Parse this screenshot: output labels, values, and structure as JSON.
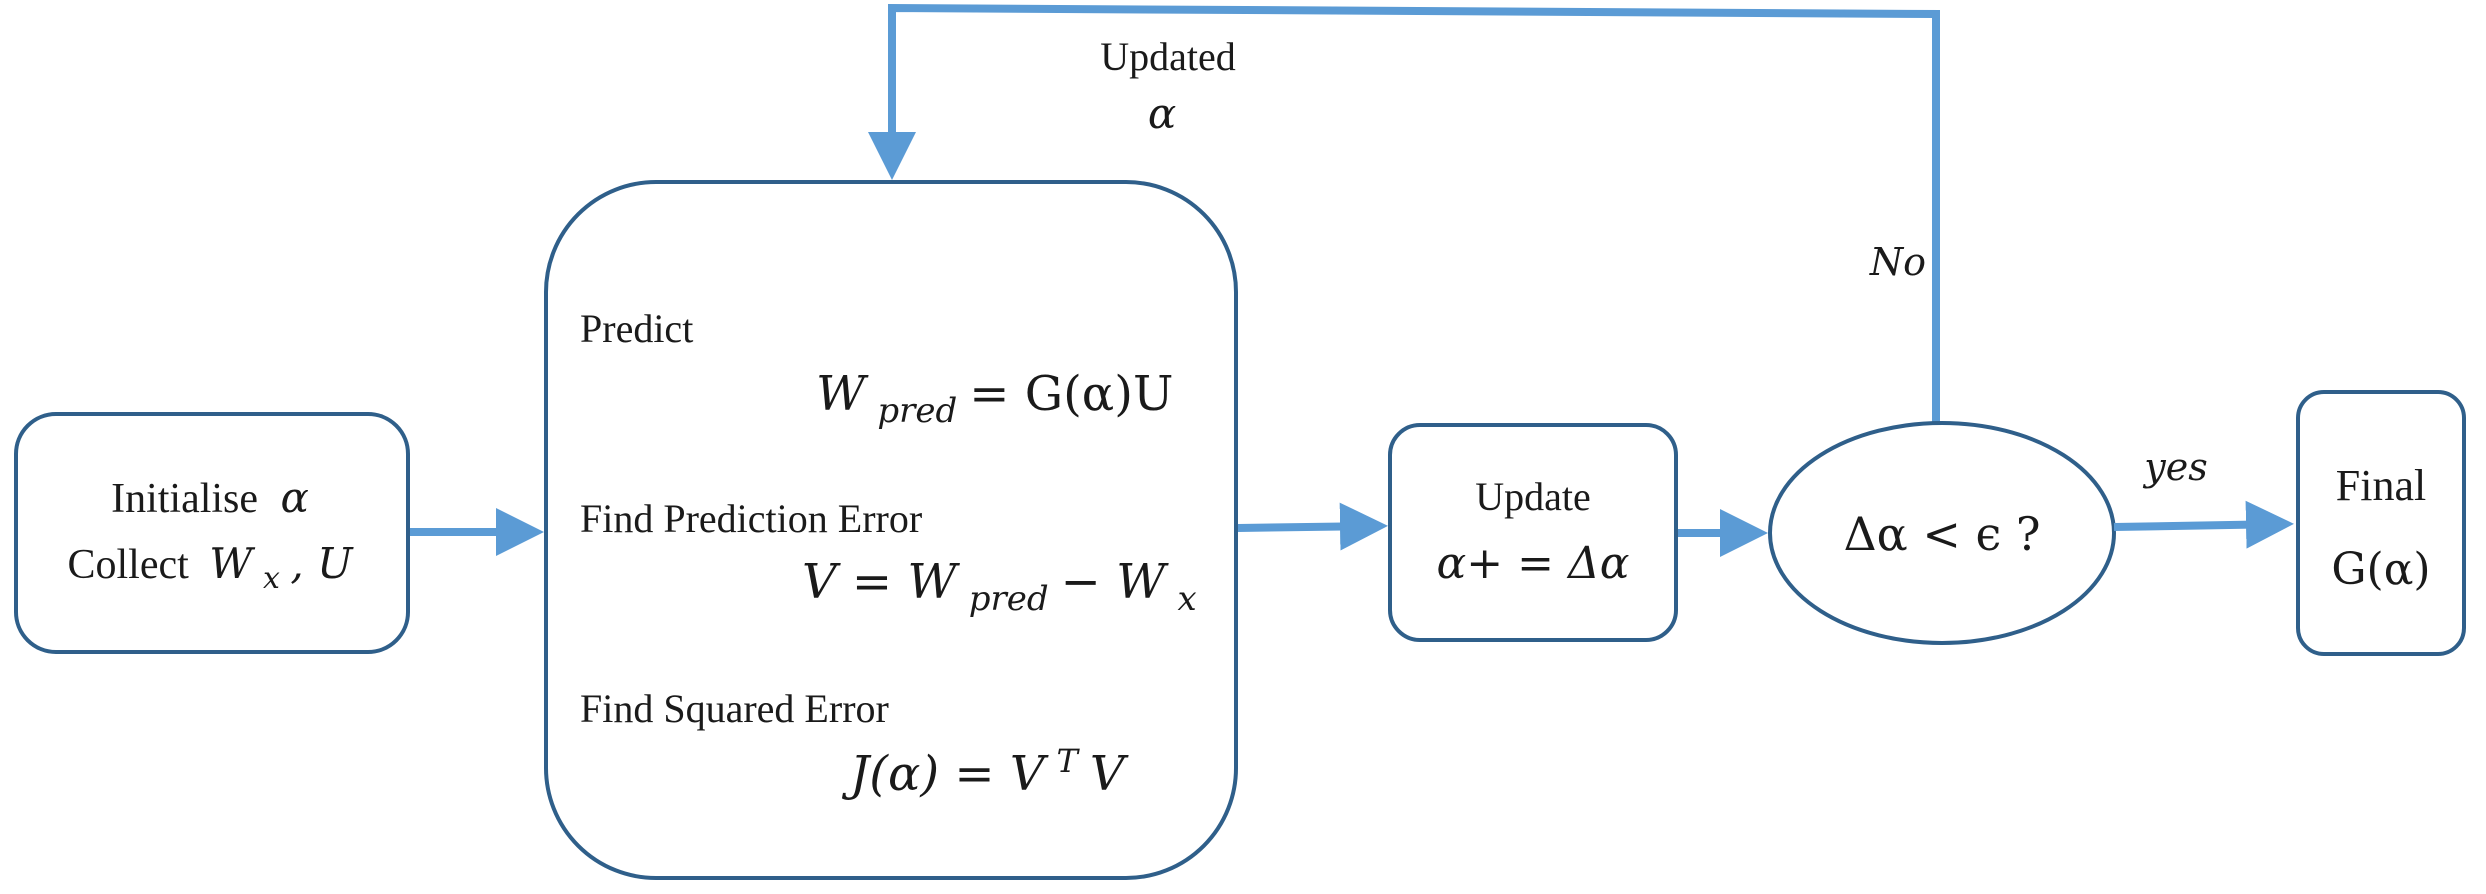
{
  "colors": {
    "box_stroke": "#2f5f8a",
    "arrow": "#5b9bd5",
    "text": "#1a1a1a",
    "background": "#ffffff"
  },
  "feedback": {
    "label_line1": "Updated",
    "label_line2": "α",
    "no_label": "No"
  },
  "init_box": {
    "line1_text": "Initialise",
    "line1_symbol": "α",
    "line2_text": "Collect",
    "line2_w": "W",
    "line2_sub": "x",
    "line2_tail": ", U"
  },
  "main_box": {
    "predict_heading": "Predict",
    "predict_w": "W",
    "predict_sub": "pred",
    "predict_rhs": " = G(α)U",
    "error_heading": "Find Prediction Error",
    "error_lhs": "V = W",
    "error_sub1": "pred",
    "error_mid": "  − W",
    "error_sub2": "x",
    "squared_heading": "Find Squared Error",
    "squared_lhs": "J(α) = V",
    "squared_sup": "T",
    "squared_tail": "V"
  },
  "update_box": {
    "heading": "Update",
    "equation": "α+ = Δα"
  },
  "decision": {
    "text": "Δα < ϵ ?"
  },
  "yes_label": "yes",
  "final_box": {
    "heading": "Final",
    "equation": "G(α)"
  }
}
